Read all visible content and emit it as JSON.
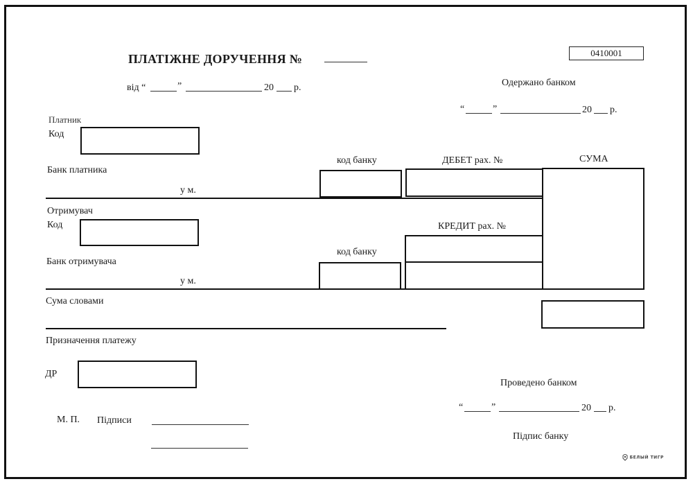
{
  "form": {
    "code": "0410001",
    "title": "ПЛАТІЖНЕ ДОРУЧЕННЯ №",
    "date_from_prefix": "від “",
    "date_mid_quote": "”",
    "date_year": "20",
    "date_suffix": "р."
  },
  "received": {
    "label": "Одержано банком",
    "open_quote": "“",
    "mid_quote": "”",
    "year": "20",
    "suffix": "р."
  },
  "payer": {
    "section_label": "Платник",
    "code_label": "Код",
    "bank_label": "Банк платника",
    "city_label": "у м.",
    "bank_code_label": "код банку"
  },
  "columns": {
    "debit_label": "ДЕБЕТ рах. №",
    "sum_label": "СУМА",
    "credit_label": "КРЕДИТ рах. №"
  },
  "recipient": {
    "section_label": "Отримувач",
    "code_label": "Код",
    "bank_label": "Банк отримувача",
    "city_label": "у м.",
    "bank_code_label": "код банку"
  },
  "amount_words_label": "Сума словами",
  "purpose_label": "Призначення платежу",
  "dr_label": "ДР",
  "stamp_label": "М. П.",
  "signatures_label": "Підписи",
  "processed": {
    "label": "Проведено банком",
    "open_quote": "“",
    "mid_quote": "”",
    "year": "20",
    "suffix": "р."
  },
  "bank_signature_label": "Підпис банку",
  "publisher_logo_text": "БЕЛЫЙ ТИГР"
}
